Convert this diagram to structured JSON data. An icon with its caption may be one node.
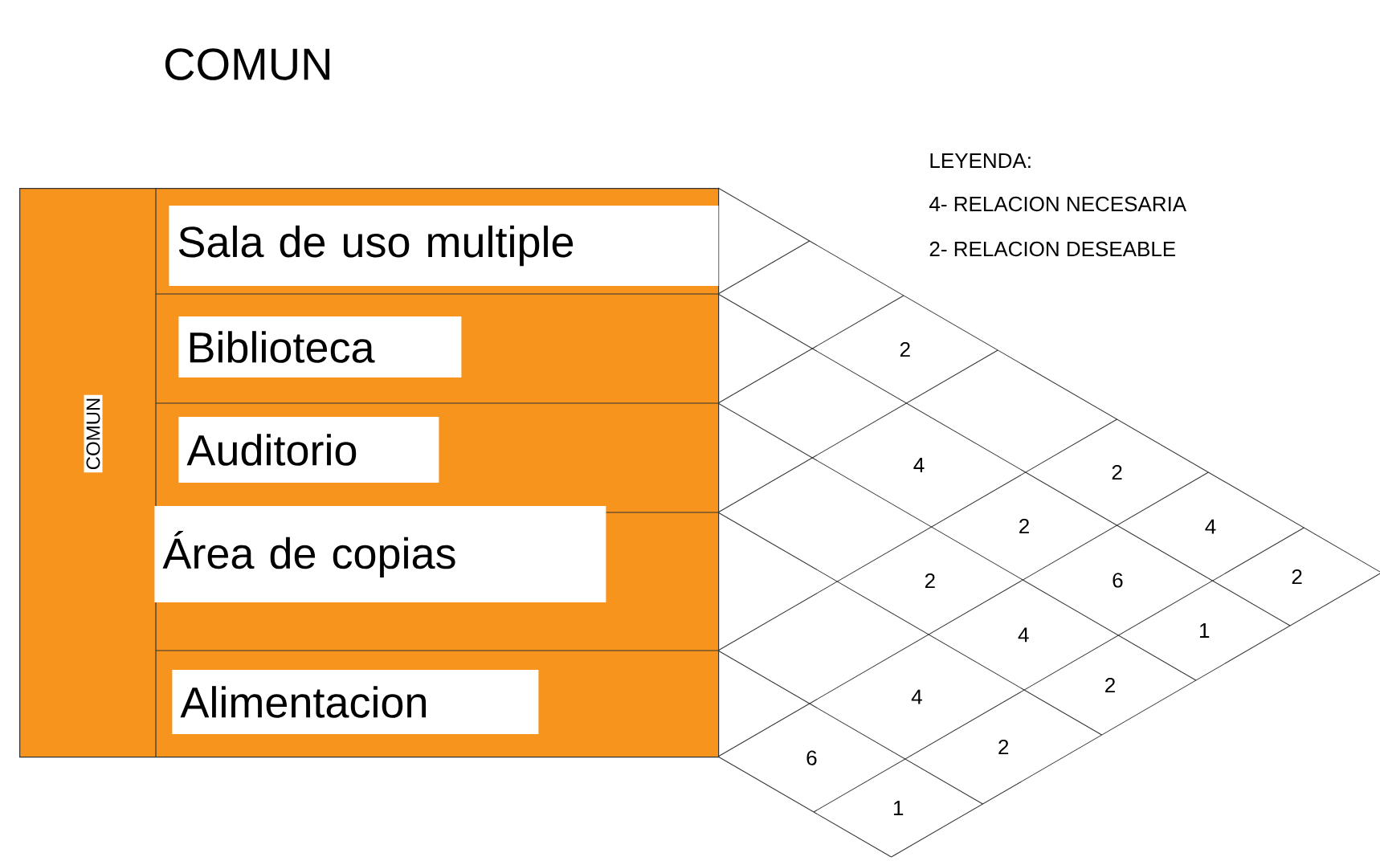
{
  "diagram": {
    "title": "COMUN",
    "nodes": [
      {
        "text": [
          "COMUN"
        ]
      },
      {
        "text": [
          "Sala de uso multiple"
        ],
        "in": 0
      },
      {
        "text": [
          "Biblioteca"
        ],
        "in": 0
      },
      {
        "text": [
          "Auditorio"
        ],
        "in": 0
      },
      {
        "text": [
          "Área de copias"
        ],
        "in": 0
      },
      {
        "text": [
          "Alimentacion"
        ],
        "in": 0
      }
    ],
    "labels": [
      "LEYENDA:",
      "4- RELACION NECESARIA",
      "2- RELACION DESEABLE",
      "2",
      "4",
      "2",
      "2",
      "4",
      "2",
      "2",
      "6",
      "1",
      "4",
      "4",
      "2",
      "2",
      "6",
      "1"
    ]
  }
}
